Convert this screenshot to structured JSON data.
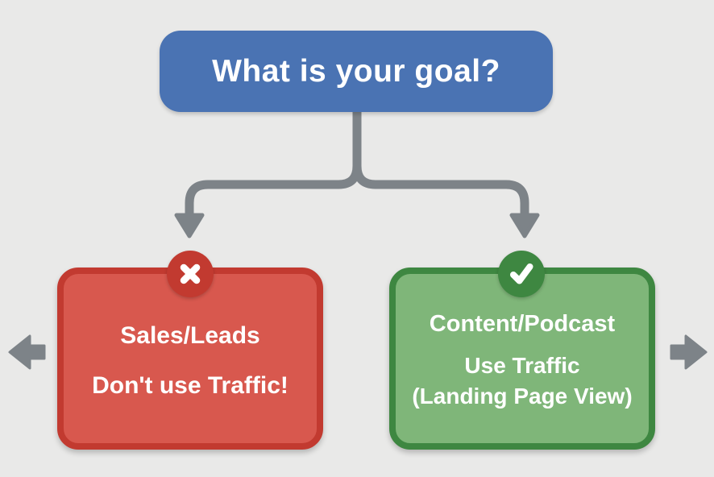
{
  "title": "What is your goal?",
  "colors": {
    "background": "#e9e9e8",
    "connector": "#7d8388",
    "root_fill": "#4a73b3",
    "negative_fill": "#d8584e",
    "negative_border": "#c23a30",
    "positive_fill": "#7fb679",
    "positive_border": "#3e8741",
    "text": "#ffffff"
  },
  "root": {
    "label": "What is your goal?"
  },
  "branches": {
    "negative": {
      "badge_icon": "x-icon",
      "heading": "Sales/Leads",
      "advice": "Don't use Traffic!"
    },
    "positive": {
      "badge_icon": "check-icon",
      "heading": "Content/Podcast",
      "advice": "Use Traffic",
      "advice_detail": "(Landing Page View)"
    }
  },
  "side_arrows": {
    "left": "arrow-pointing-left",
    "right": "arrow-pointing-right"
  }
}
